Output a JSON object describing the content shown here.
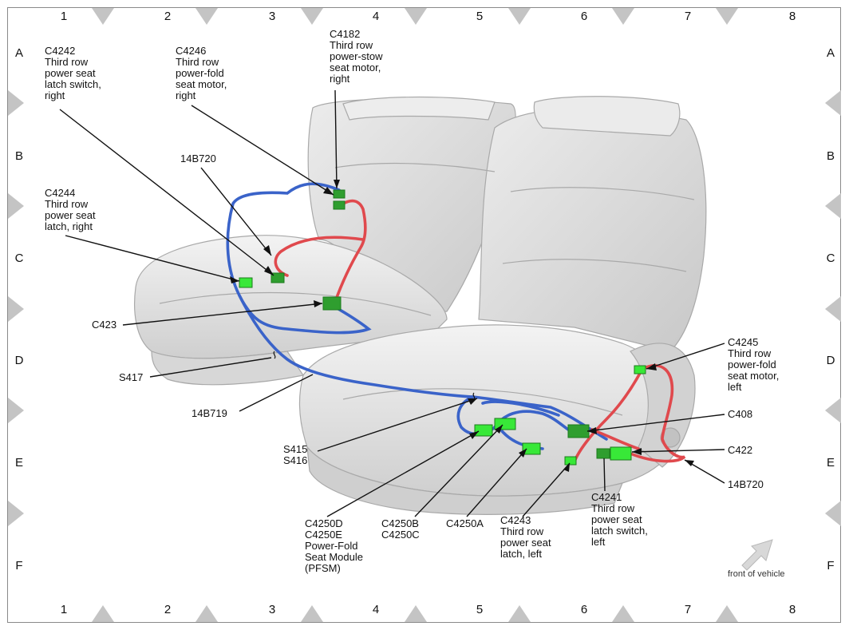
{
  "grid": {
    "columns": [
      "1",
      "2",
      "3",
      "4",
      "5",
      "6",
      "7",
      "8"
    ],
    "rows": [
      "A",
      "B",
      "C",
      "D",
      "E",
      "F"
    ]
  },
  "callouts": {
    "c4242": "C4242\nThird row\npower seat\nlatch switch,\nright",
    "c4246": "C4246\nThird row\npower-fold\nseat motor,\nright",
    "c4182": "C4182\nThird row\npower-stow\nseat motor,\nright",
    "b14720_top": "14B720",
    "c4244": "C4244\nThird row\npower seat\nlatch, right",
    "c423": "C423",
    "s417": "S417",
    "b14719": "14B719",
    "s415": "S415\nS416",
    "c4250de": "C4250D\nC4250E\nPower-Fold\nSeat Module\n(PFSM)",
    "c4250bc": "C4250B\nC4250C",
    "c4250a": "C4250A",
    "c4243": "C4243\nThird row\npower seat\nlatch, left",
    "c4241": "C4241\nThird row\npower seat\nlatch switch,\nleft",
    "c4245": "C4245\nThird row\npower-fold\nseat motor,\nleft",
    "c408": "C408",
    "c422": "C422",
    "b14720_right": "14B720"
  },
  "front_note": "front of vehicle",
  "colors": {
    "harness_blue": "#3a63c9",
    "harness_red": "#e0494d",
    "connector_green": "#38e838",
    "seat_gray": "#e4e4e4"
  }
}
